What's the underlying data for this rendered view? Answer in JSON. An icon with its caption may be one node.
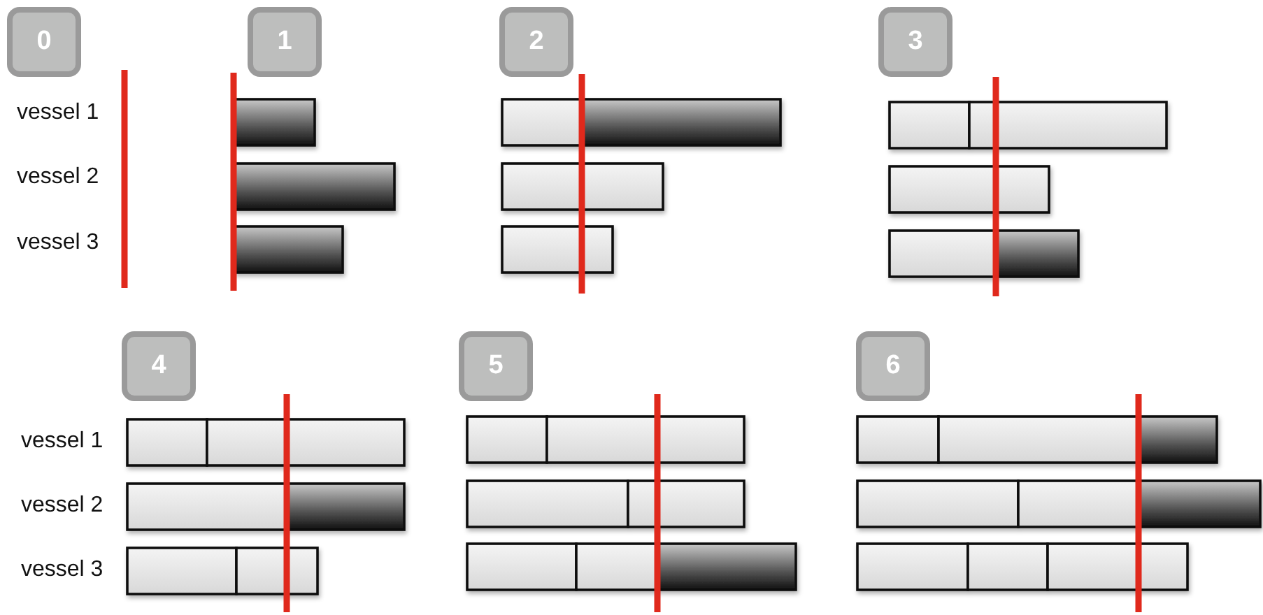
{
  "diagram": {
    "labels": [
      "0",
      "1",
      "2",
      "3",
      "vessel 1",
      "vessel 2",
      "vessel 3",
      "4",
      "5",
      "6",
      "vessel 1",
      "vessel 2",
      "vessel 3"
    ]
  }
}
